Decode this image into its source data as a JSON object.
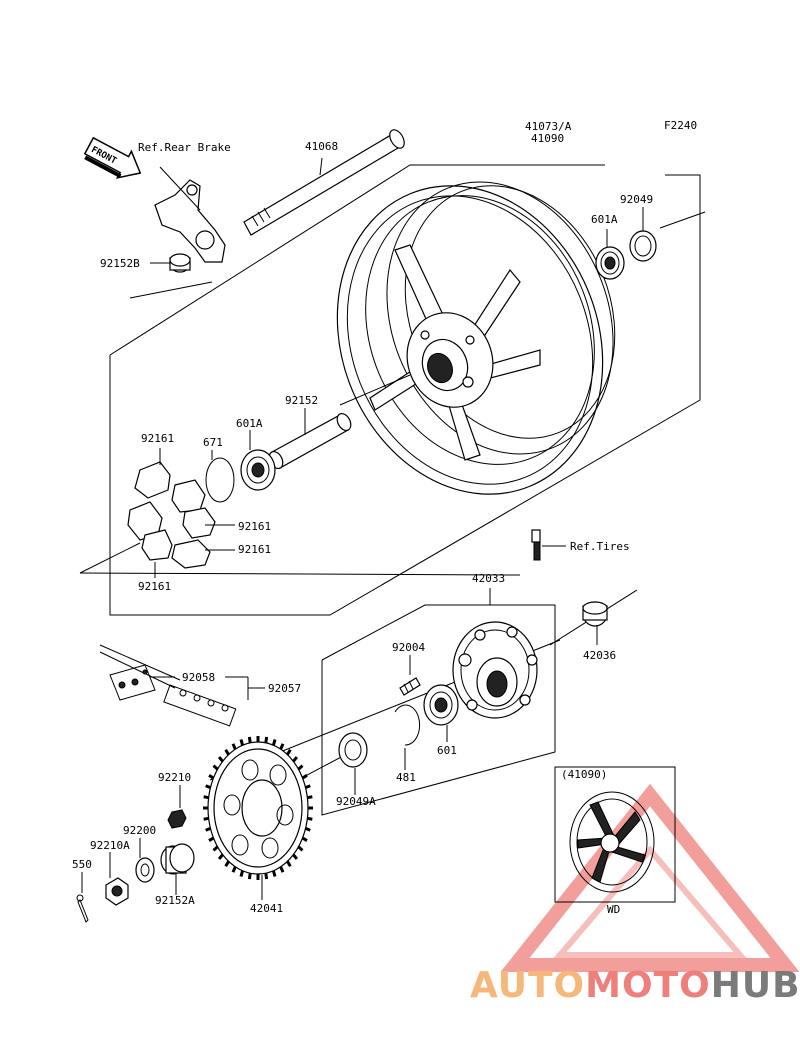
{
  "figure_code": "F2240",
  "front_label": "FRONT",
  "inset": {
    "header": "(41090)",
    "footer": "WD"
  },
  "watermark": {
    "part1": "AUTO",
    "part2": "MOTO",
    "part3": "HUB",
    "color1": "#f5b87a",
    "color2": "#ee7f7a",
    "color3": "#7b7b7b"
  },
  "labels": {
    "ref_rear_brake": "Ref.Rear Brake",
    "p41068": "41068",
    "p41073": "41073/A",
    "p41090": "41090",
    "p92049": "92049",
    "p601a_top": "601A",
    "p92152b": "92152B",
    "p92152": "92152",
    "p601a_mid": "601A",
    "p671": "671",
    "p92161_a": "92161",
    "p92161_b": "92161",
    "p92161_c": "92161",
    "p92161_d": "92161",
    "ref_tires": "Ref.Tires",
    "p42033": "42033",
    "p42036": "42036",
    "p92004": "92004",
    "p92058": "92058",
    "p92057": "92057",
    "p601": "601",
    "p481": "481",
    "p92049a": "92049A",
    "p92210": "92210",
    "p92200": "92200",
    "p92210a": "92210A",
    "p550": "550",
    "p92152a": "92152A",
    "p42041": "42041"
  }
}
